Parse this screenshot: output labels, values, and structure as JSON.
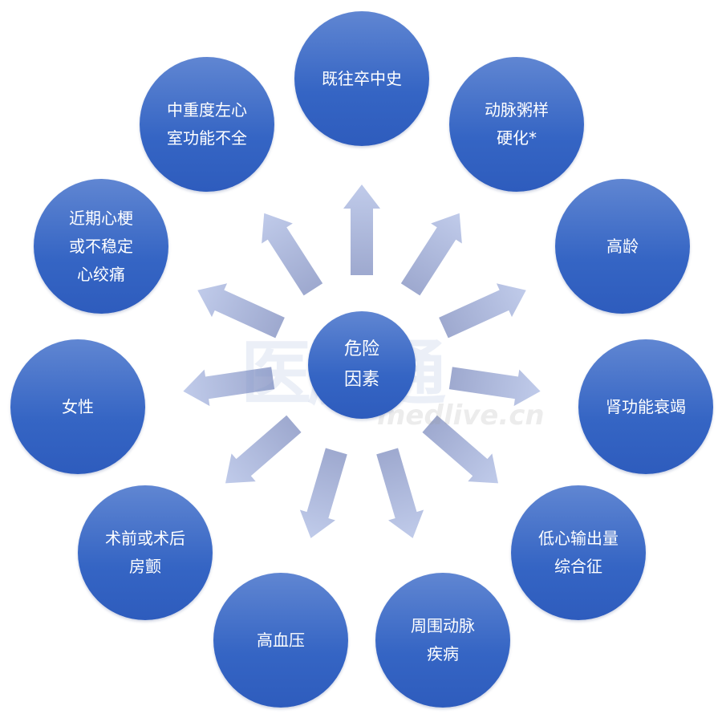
{
  "center": {
    "label": "危险\n因素"
  },
  "factors": [
    {
      "label": "既往卒中史"
    },
    {
      "label": "动脉粥样\n硬化*"
    },
    {
      "label": "高龄"
    },
    {
      "label": "肾功能衰竭"
    },
    {
      "label": "低心输出量\n综合征"
    },
    {
      "label": "周围动脉\n疾病"
    },
    {
      "label": "高血压"
    },
    {
      "label": "术前或术后\n房颤"
    },
    {
      "label": "女性"
    },
    {
      "label": "近期心梗\n或不稳定\n心绞痛"
    },
    {
      "label": "中重度左心\n室功能不全"
    }
  ],
  "watermark": {
    "logo": "医脉通",
    "site": "medlive.cn"
  },
  "colors": {
    "node": "#3565c4",
    "arrow": "#aab6dc"
  }
}
